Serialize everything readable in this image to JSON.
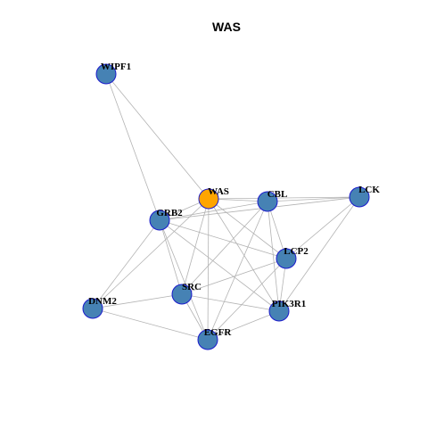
{
  "title": "WAS",
  "colors": {
    "node_fill": "#4682b4",
    "center_fill": "#ffa500",
    "node_border": "#1a1acc",
    "edge": "#b3b3b3"
  },
  "nodes": [
    {
      "id": "WIPF1",
      "label": "WIPF1",
      "center": false
    },
    {
      "id": "WAS",
      "label": "WAS",
      "center": true
    },
    {
      "id": "CBL",
      "label": "CBL",
      "center": false
    },
    {
      "id": "LCK",
      "label": "LCK",
      "center": false
    },
    {
      "id": "GRB2",
      "label": "GRB2",
      "center": false
    },
    {
      "id": "LCP2",
      "label": "LCP2",
      "center": false
    },
    {
      "id": "SRC",
      "label": "SRC",
      "center": false
    },
    {
      "id": "DNM2",
      "label": "DNM2",
      "center": false
    },
    {
      "id": "PIK3R1",
      "label": "PIK3R1",
      "center": false
    },
    {
      "id": "EGFR",
      "label": "EGFR",
      "center": false
    }
  ],
  "edges": [
    [
      "WIPF1",
      "WAS"
    ],
    [
      "WIPF1",
      "GRB2"
    ],
    [
      "WAS",
      "CBL"
    ],
    [
      "WAS",
      "LCK"
    ],
    [
      "WAS",
      "GRB2"
    ],
    [
      "WAS",
      "LCP2"
    ],
    [
      "WAS",
      "SRC"
    ],
    [
      "WAS",
      "DNM2"
    ],
    [
      "WAS",
      "PIK3R1"
    ],
    [
      "WAS",
      "EGFR"
    ],
    [
      "CBL",
      "LCK"
    ],
    [
      "CBL",
      "GRB2"
    ],
    [
      "CBL",
      "LCP2"
    ],
    [
      "CBL",
      "SRC"
    ],
    [
      "CBL",
      "PIK3R1"
    ],
    [
      "CBL",
      "EGFR"
    ],
    [
      "LCK",
      "GRB2"
    ],
    [
      "LCK",
      "LCP2"
    ],
    [
      "LCK",
      "PIK3R1"
    ],
    [
      "GRB2",
      "LCP2"
    ],
    [
      "GRB2",
      "SRC"
    ],
    [
      "GRB2",
      "DNM2"
    ],
    [
      "GRB2",
      "PIK3R1"
    ],
    [
      "GRB2",
      "EGFR"
    ],
    [
      "LCP2",
      "SRC"
    ],
    [
      "LCP2",
      "PIK3R1"
    ],
    [
      "LCP2",
      "EGFR"
    ],
    [
      "SRC",
      "DNM2"
    ],
    [
      "SRC",
      "PIK3R1"
    ],
    [
      "SRC",
      "EGFR"
    ],
    [
      "DNM2",
      "EGFR"
    ],
    [
      "PIK3R1",
      "EGFR"
    ]
  ]
}
